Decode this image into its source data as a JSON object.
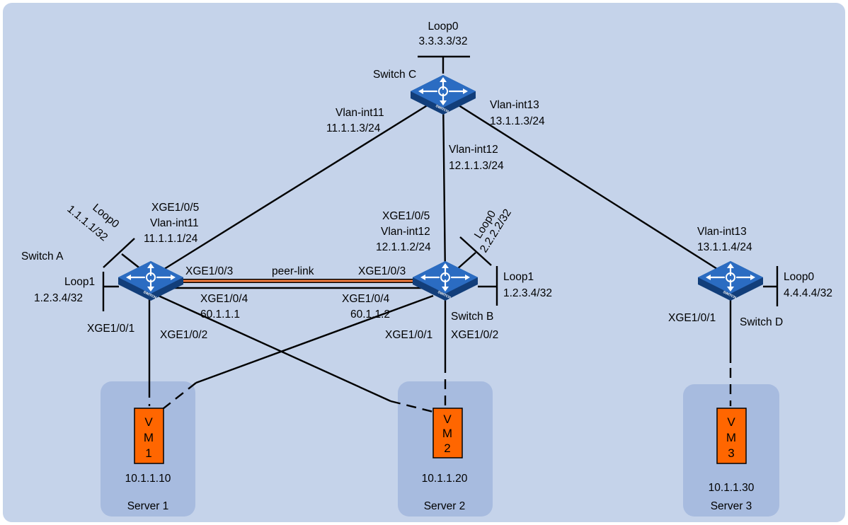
{
  "switches": {
    "a": {
      "name": "Switch A",
      "icon_text": "SWITCH",
      "loop0_name": "Loop0",
      "loop0_ip": "1.1.1.1/32",
      "loop1_name": "Loop1",
      "loop1_ip": "1.2.3.4/32"
    },
    "b": {
      "name": "Switch B",
      "icon_text": "SWITCH",
      "loop0_name": "Loop0",
      "loop0_ip": "2.2.2.2/32",
      "loop1_name": "Loop1",
      "loop1_ip": "1.2.3.4/32"
    },
    "c": {
      "name": "Switch C",
      "icon_text": "SWITCH",
      "loop0_name": "Loop0",
      "loop0_ip": "3.3.3.3/32"
    },
    "d": {
      "name": "Switch D",
      "icon_text": "SWITCH",
      "loop0_name": "Loop0",
      "loop0_ip": "4.4.4.4/32"
    }
  },
  "links": {
    "ac": {
      "a_port": "XGE1/0/5",
      "a_vlan": "Vlan-int11",
      "a_ip": "11.1.1.1/24",
      "c_vlan": "Vlan-int11",
      "c_ip": "11.1.1.3/24"
    },
    "bc": {
      "b_port": "XGE1/0/5",
      "b_vlan": "Vlan-int12",
      "b_ip": "12.1.1.2/24",
      "c_vlan": "Vlan-int12",
      "c_ip": "12.1.1.3/24"
    },
    "cd": {
      "c_vlan": "Vlan-int13",
      "c_ip": "13.1.1.3/24",
      "d_vlan": "Vlan-int13",
      "d_ip": "13.1.1.4/24"
    },
    "peer": {
      "label": "peer-link",
      "a_port": "XGE1/0/3",
      "b_port": "XGE1/0/3"
    },
    "keepalive": {
      "a_port": "XGE1/0/4",
      "a_ip": "60.1.1.1",
      "b_port": "XGE1/0/4",
      "b_ip": "60.1.1.2"
    },
    "a_down": {
      "port1": "XGE1/0/1",
      "port2": "XGE1/0/2"
    },
    "b_down": {
      "port1": "XGE1/0/1",
      "port2": "XGE1/0/2"
    },
    "d_down": {
      "port1": "XGE1/0/1"
    }
  },
  "servers": [
    {
      "name": "Server 1",
      "ip": "10.1.1.10",
      "vm_line1": "V",
      "vm_line2": "M",
      "vm_line3": "1"
    },
    {
      "name": "Server 2",
      "ip": "10.1.1.20",
      "vm_line1": "V",
      "vm_line2": "M",
      "vm_line3": "2"
    },
    {
      "name": "Server 3",
      "ip": "10.1.1.30",
      "vm_line1": "V",
      "vm_line2": "M",
      "vm_line3": "3"
    }
  ],
  "colors": {
    "background": "#c5d3ea",
    "border": "#ffffff",
    "server_box": "#a7bbdf",
    "peer_link": "#f07a3c",
    "vm_fill": "#ff6600",
    "switch_top": "#1f5ca8",
    "switch_side": "#123e7a",
    "line": "#000000"
  }
}
